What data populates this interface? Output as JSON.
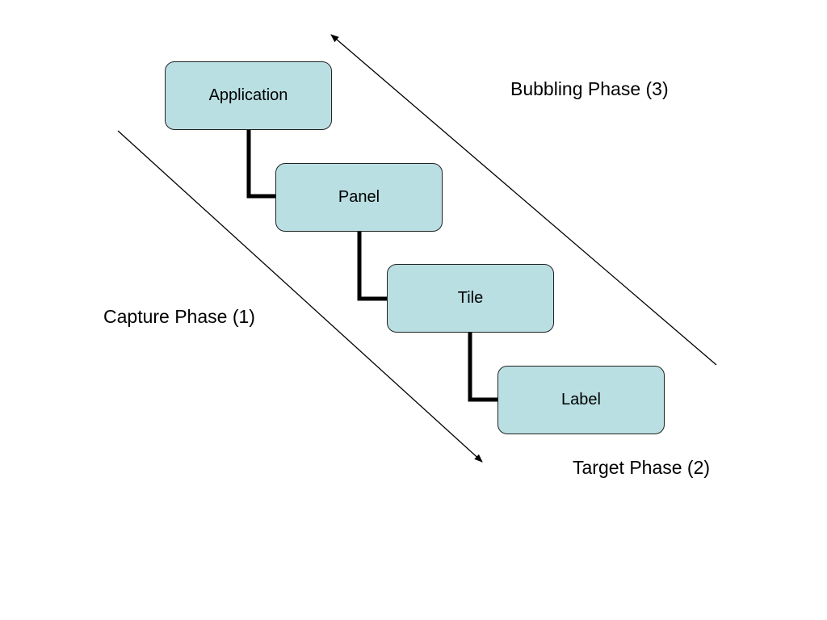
{
  "diagram": {
    "nodes": [
      {
        "id": "application",
        "label": "Application"
      },
      {
        "id": "panel",
        "label": "Panel"
      },
      {
        "id": "tile",
        "label": "Tile"
      },
      {
        "id": "label",
        "label": "Label"
      }
    ],
    "edges": [
      {
        "from": "application",
        "to": "panel"
      },
      {
        "from": "panel",
        "to": "tile"
      },
      {
        "from": "tile",
        "to": "label"
      }
    ],
    "phases": {
      "capture": "Capture Phase (1)",
      "target": "Target Phase (2)",
      "bubbling": "Bubbling Phase (3)"
    },
    "colors": {
      "node_fill": "#b9dfe3",
      "node_border": "#222222",
      "connector": "#000000",
      "arrow": "#000000"
    }
  }
}
